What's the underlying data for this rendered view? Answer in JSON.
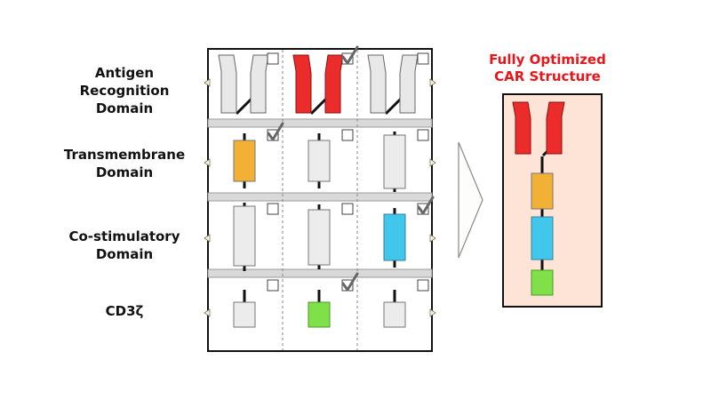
{
  "rows": [
    {
      "label_lines": [
        "Antigen",
        "Recognition",
        "Domain"
      ]
    },
    {
      "label_lines": [
        "Transmembrane",
        "Domain"
      ]
    },
    {
      "label_lines": [
        "Co-stimulatory",
        "Domain"
      ]
    },
    {
      "label_lines": [
        "CD3ζ"
      ]
    }
  ],
  "final": {
    "title_lines": [
      "Fully Optimized",
      "CAR Structure"
    ]
  },
  "colors": {
    "title": "#e8161b",
    "grid_border": "#111111",
    "grid_fill": "#ffffff",
    "row_separator_band": "#d9d9d9",
    "final_panel_fill": "#fde4d6",
    "antigen_selected": "#ec2b2b",
    "antigen_default": "#e8e8e8",
    "transmembrane_selected": "#f2b134",
    "costim_selected": "#41c6ec",
    "cd3z_selected": "#7fe04a",
    "domain_default": "#ececec",
    "checkmark": "#666666"
  },
  "grid": {
    "selected": [
      "column-2",
      "column-1",
      "column-3",
      "column-2"
    ],
    "checked_boxes": [
      [
        "column-2"
      ],
      [
        "column-1"
      ],
      [
        "column-3"
      ],
      [
        "column-2"
      ]
    ]
  }
}
